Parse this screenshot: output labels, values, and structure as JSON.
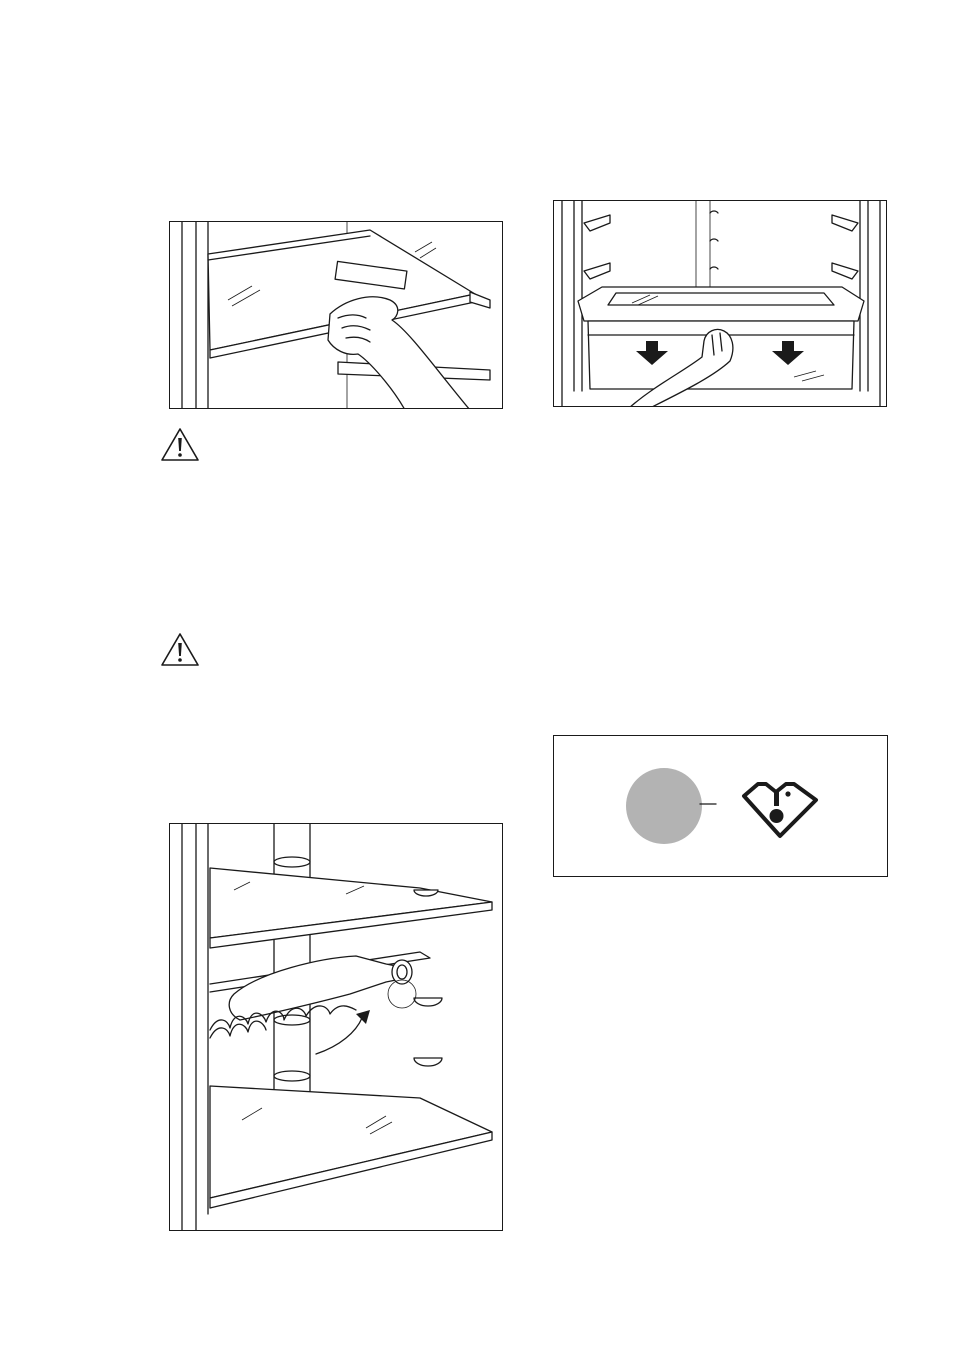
{
  "figures": [
    {
      "id": "shelf",
      "icon": "glass-shelf-removal-illustration"
    },
    {
      "id": "drawer",
      "icon": "drawer-pull-out-illustration"
    },
    {
      "id": "bottle",
      "icon": "bottle-rack-illustration"
    },
    {
      "id": "indicator",
      "icon": "temperature-indicator-symbol"
    }
  ],
  "warnings": [
    {
      "icon": "warning-triangle-icon"
    },
    {
      "icon": "warning-triangle-icon"
    }
  ],
  "colors": {
    "line": "#1a1a1a",
    "indicator_disc": "#b3b3b3",
    "background": "#ffffff"
  }
}
